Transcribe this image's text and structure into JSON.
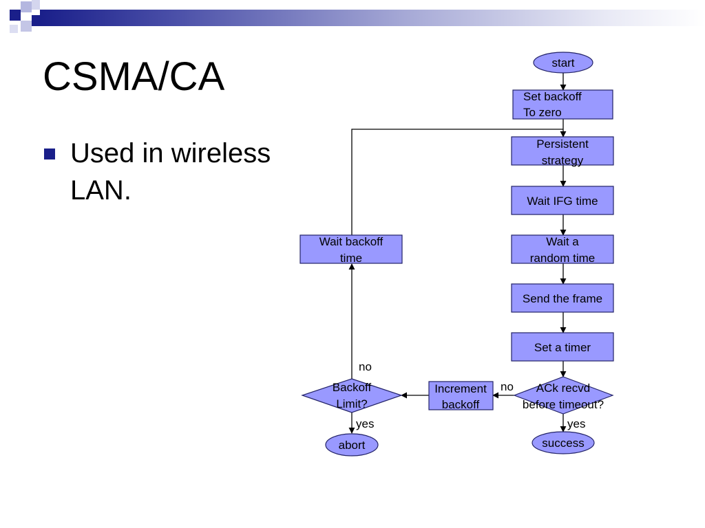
{
  "slide": {
    "title": "CSMA/CA",
    "bullets": [
      "Used in wireless LAN."
    ]
  },
  "colors": {
    "node_fill": "#9999ff",
    "node_stroke": "#222266",
    "accent": "#1a1f8a"
  },
  "flowchart": {
    "nodes": {
      "start": [
        "start"
      ],
      "set_backoff": [
        "Set backoff",
        "To zero"
      ],
      "persistent": [
        "Persistent",
        "strategy"
      ],
      "wait_ifg": [
        "Wait IFG time"
      ],
      "wait_random": [
        "Wait a",
        "random time"
      ],
      "send_frame": [
        "Send the frame"
      ],
      "set_timer": [
        "Set a timer"
      ],
      "ack_recvd": [
        "ACk recvd",
        "before timeout?"
      ],
      "success": [
        "success"
      ],
      "increment": [
        "Increment",
        "backoff"
      ],
      "backoff_limit": [
        "Backoff",
        "Limit?"
      ],
      "abort": [
        "abort"
      ],
      "wait_backoff": [
        "Wait backoff",
        "time"
      ]
    },
    "edge_labels": {
      "ack_no": "no",
      "ack_yes": "yes",
      "limit_no": "no",
      "limit_yes": "yes"
    }
  }
}
